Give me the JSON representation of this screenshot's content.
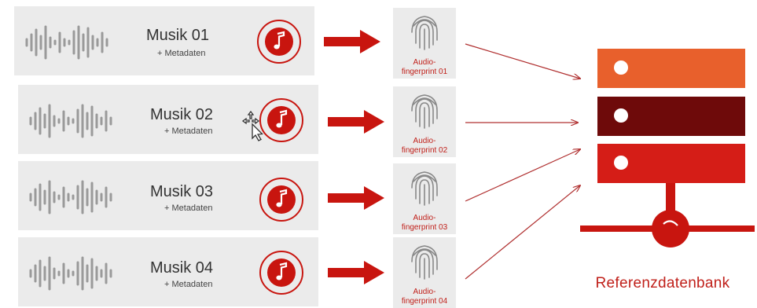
{
  "tracks": [
    {
      "title": "Musik 01",
      "subtitle": "+ Metadaten",
      "fingerprint_line1": "Audio-",
      "fingerprint_line2": "fingerprint 01"
    },
    {
      "title": "Musik 02",
      "subtitle": "+ Metadaten",
      "fingerprint_line1": "Audio-",
      "fingerprint_line2": "fingerprint 02"
    },
    {
      "title": "Musik 03",
      "subtitle": "+ Metadaten",
      "fingerprint_line1": "Audio-",
      "fingerprint_line2": "fingerprint 03"
    },
    {
      "title": "Musik 04",
      "subtitle": "+ Metadaten",
      "fingerprint_line1": "Audio-",
      "fingerprint_line2": "fingerprint 04"
    }
  ],
  "database": {
    "label": "Referenzdatenbank",
    "tiers": [
      {
        "color": "#e8602c"
      },
      {
        "color": "#6e0a0a"
      },
      {
        "color": "#d51d17"
      }
    ]
  },
  "colors": {
    "accent_red": "#c8150f",
    "card_bg": "#ebebeb",
    "wave_gray": "#9a9a9a",
    "connector_line": "#b03030"
  },
  "icons": {
    "waveform": "audio-waveform-icon",
    "music": "music-note-icon",
    "arrow": "arrow-right-icon",
    "fingerprint": "fingerprint-icon",
    "database": "database-server-icon",
    "cursor": "move-cursor-icon"
  }
}
